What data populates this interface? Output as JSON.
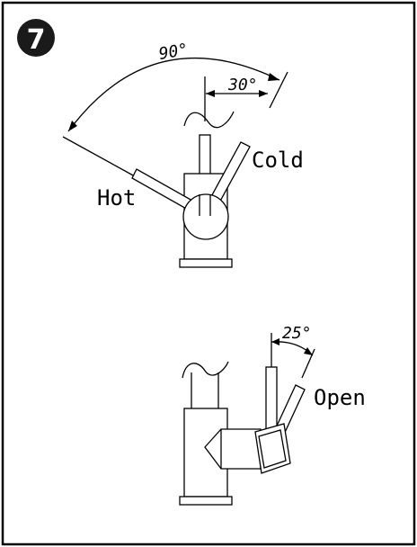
{
  "step": {
    "number": "7"
  },
  "top_diagram": {
    "angle_total": "90°",
    "angle_partial": "30°",
    "label_hot": "Hot",
    "label_cold": "Cold"
  },
  "bottom_diagram": {
    "angle": "25°",
    "label_open": "Open"
  },
  "colors": {
    "ink": "#000000",
    "paper": "#ffffff",
    "badge": "#1a1a1a"
  }
}
